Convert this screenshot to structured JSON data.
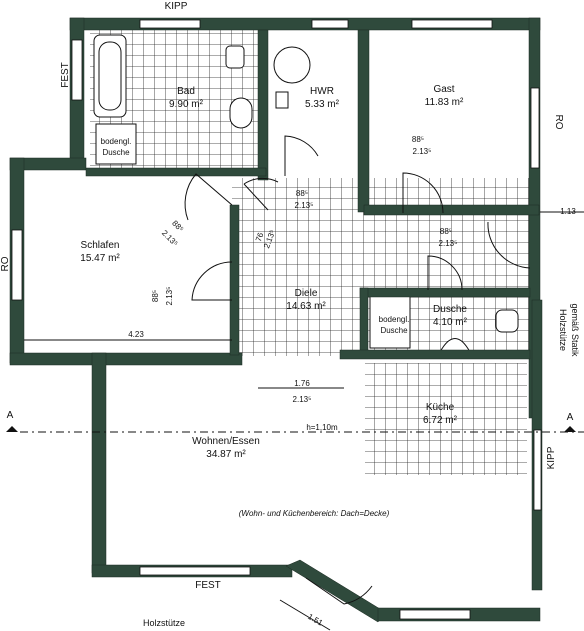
{
  "labels": {
    "kipp_top": "KIPP",
    "fest_left": "FEST",
    "ro_right": "RO",
    "ro_left": "RO",
    "kipp_right": "KIPP",
    "fest_bottom": "FEST",
    "holzstuetze_right_1": "Holzstütze",
    "holzstuetze_right_2": "gemäß Statik",
    "holzstuetze_bottom": "Holzstütze",
    "section_left": "A",
    "section_right": "A",
    "note": "(Wohn- und Küchenbereich: Dach=Decke)",
    "height": "h=1,10m",
    "dim_right": "1.13",
    "dim_schlafen": "4.23",
    "dim_bottom_right": "1.51"
  },
  "rooms": {
    "bad": {
      "name": "Bad",
      "area": "9.90 m²"
    },
    "hwr": {
      "name": "HWR",
      "area": "5.33 m²"
    },
    "gast": {
      "name": "Gast",
      "area": "11.83 m²"
    },
    "schlafen": {
      "name": "Schlafen",
      "area": "15.47 m²"
    },
    "diele": {
      "name": "Diele",
      "area": "14.63 m²"
    },
    "dusche": {
      "name": "Dusche",
      "area": "4.10 m²"
    },
    "kueche": {
      "name": "Küche",
      "area": "6.72 m²"
    },
    "wohnen": {
      "name": "Wohnen/Essen",
      "area": "34.87 m²"
    }
  },
  "shower_labels": {
    "bad_1": "bodengl.",
    "bad_2": "Dusche",
    "dusche_1": "bodengl.",
    "dusche_2": "Dusche"
  },
  "doors": {
    "gast_w": "88⁵",
    "gast_h": "2.13⁵",
    "hwr_w": "88⁵",
    "hwr_h": "2.13⁵",
    "schlafen_diag_w": "88⁵",
    "schlafen_diag_h": "2.13⁵",
    "schlafen_w": "88⁵",
    "schlafen_h": "2.13⁵",
    "bad_w": "76",
    "bad_h": "2.13⁵",
    "dusche_w": "88⁵",
    "dusche_h": "2.13⁵",
    "wohnen_w": "1.76",
    "wohnen_h": "2.13⁵"
  }
}
